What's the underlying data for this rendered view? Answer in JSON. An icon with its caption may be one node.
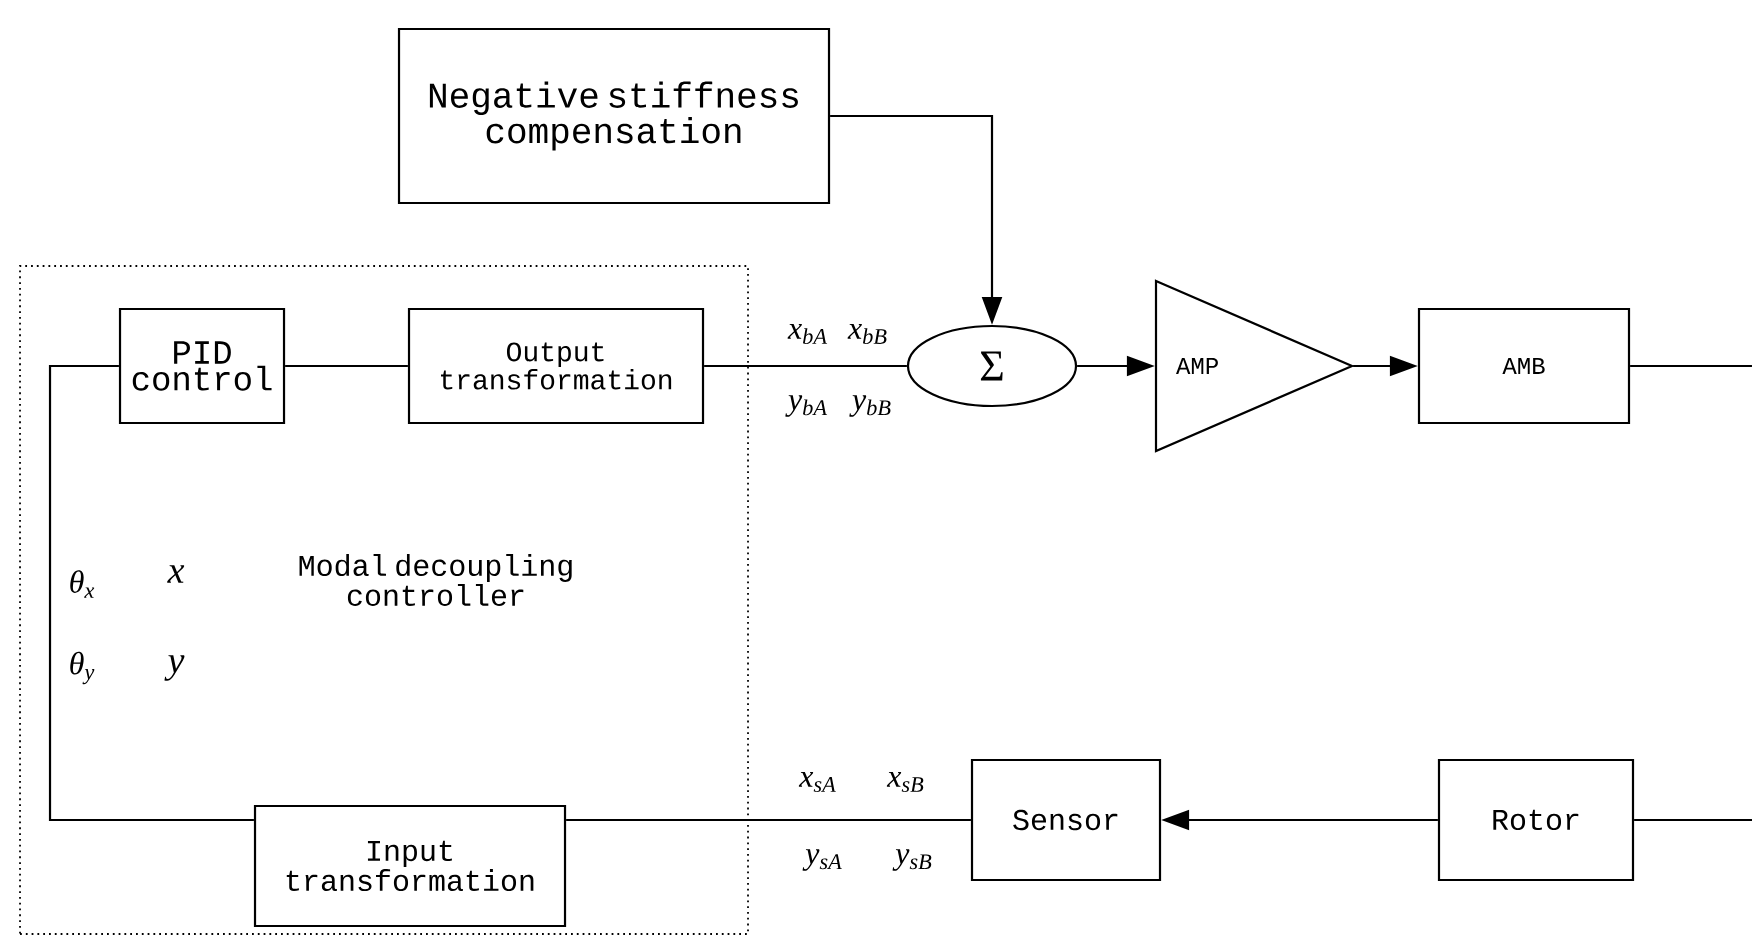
{
  "diagram": {
    "nodes": [
      {
        "text": [
          "Modal decoupling controller"
        ]
      },
      {
        "text": [
          "PID control"
        ],
        "in": 0
      },
      {
        "text": [
          "Output transformation"
        ],
        "in": 0
      },
      {
        "text": [
          "Input transformation"
        ],
        "in": 0
      },
      {
        "text": [
          "Negative stiffness compensation"
        ]
      },
      {
        "text": [
          "Σ"
        ]
      },
      {
        "text": [
          "AMP"
        ]
      },
      {
        "text": [
          "AMB"
        ]
      },
      {
        "text": [
          "Sensor"
        ]
      },
      {
        "text": [
          "Rotor"
        ]
      }
    ],
    "edges": [
      {
        "from": 1,
        "to": 2,
        "arrow": "none"
      },
      {
        "from": 2,
        "to": 5,
        "arrow": "none"
      },
      {
        "from": 4,
        "to": 5,
        "arrow": "to"
      },
      {
        "from": 5,
        "to": 6,
        "arrow": "to"
      },
      {
        "from": 6,
        "to": 7,
        "arrow": "to"
      },
      {
        "from": 7,
        "to": null,
        "arrow": "none"
      },
      {
        "from": null,
        "to": 9,
        "arrow": "none"
      },
      {
        "from": 9,
        "to": 8,
        "arrow": "to"
      },
      {
        "from": 8,
        "to": 3,
        "arrow": "none"
      },
      {
        "from": 3,
        "to": 1,
        "arrow": "none"
      }
    ],
    "labels": [
      "x$_{bA}$",
      "x$_{bB}$",
      "y$_{bA}$",
      "y$_{bB}$",
      "θ$_{x}$",
      "x",
      "θ$_{y}$",
      "y",
      "x$_{sA}$",
      "x$_{sB}$",
      "y$_{sA}$",
      "y$_{sB}$"
    ]
  }
}
